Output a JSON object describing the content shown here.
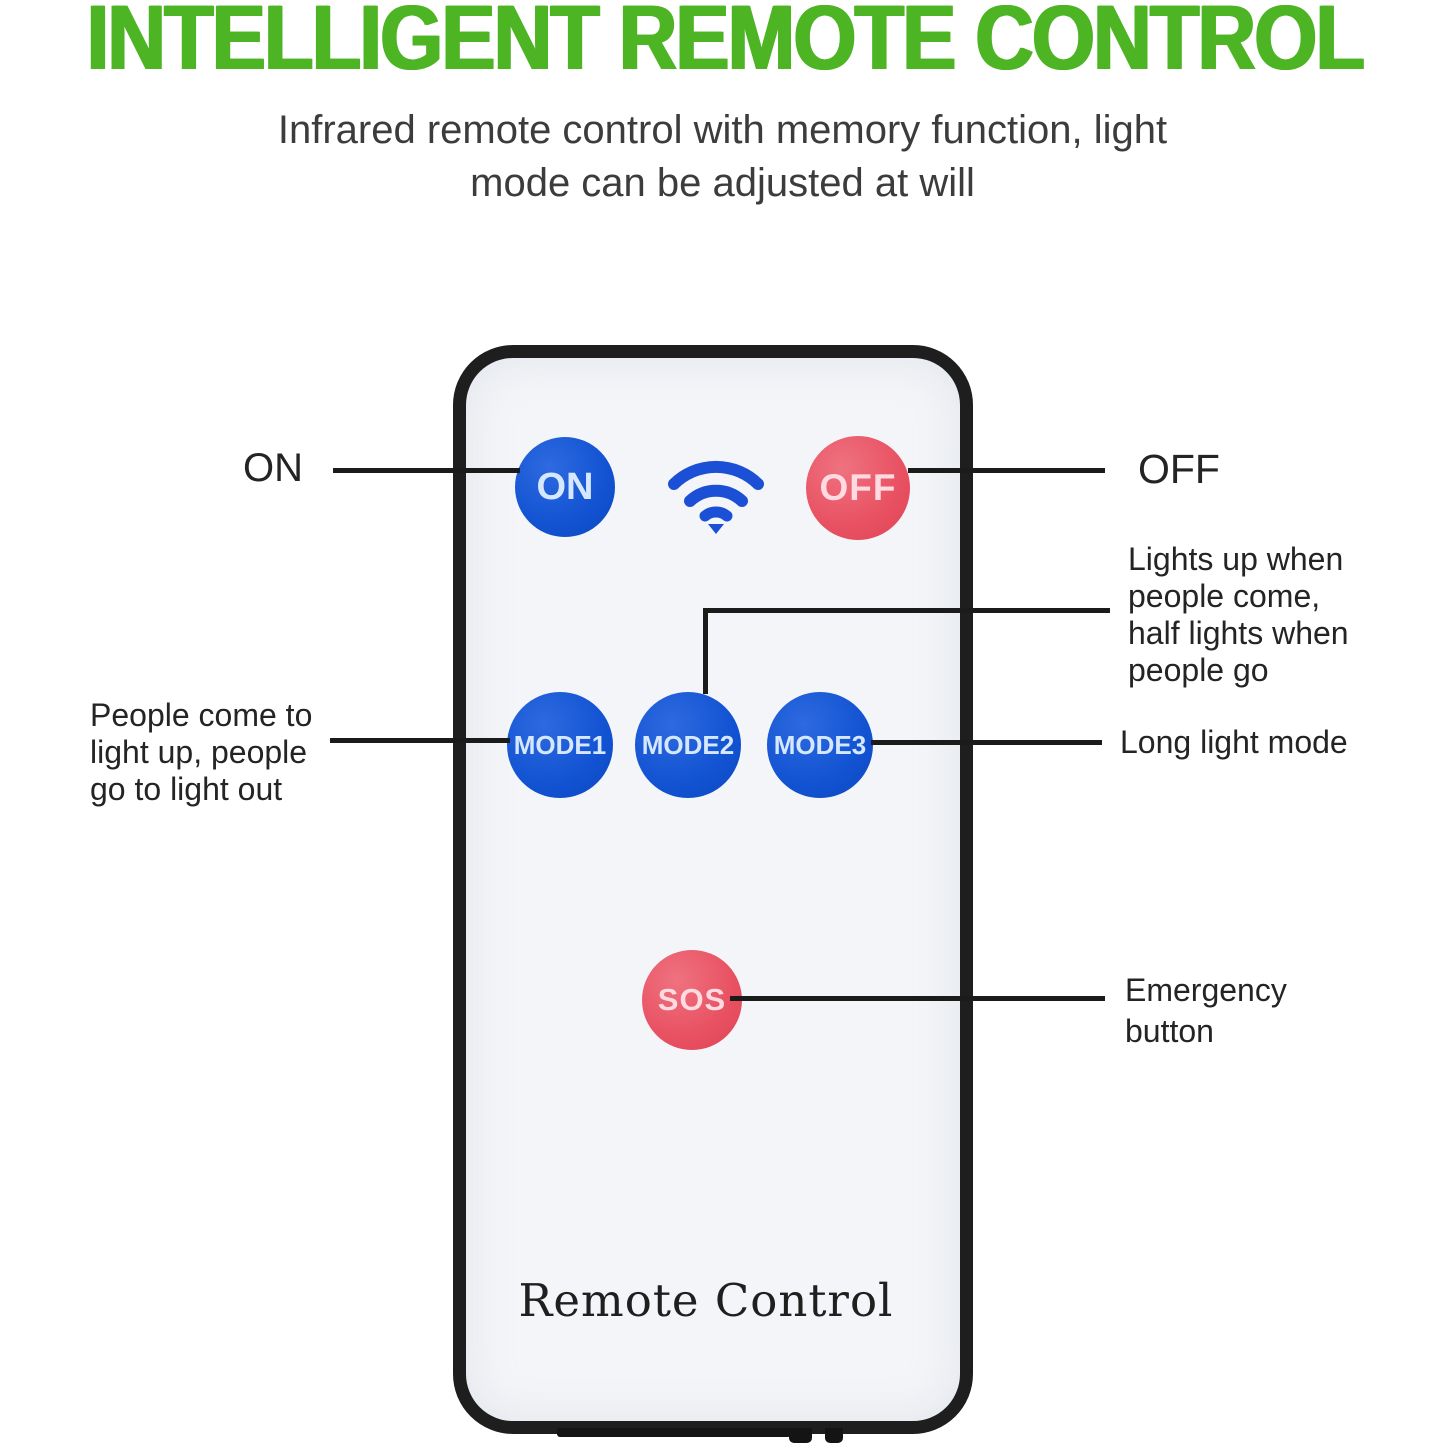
{
  "header": {
    "title": "INTELLIGENT REMOTE CONTROL",
    "subtitle": "Infrared remote control with memory function, light\nmode can be adjusted at will"
  },
  "remote": {
    "brand": "Remote Control",
    "buttons": {
      "on": "ON",
      "off": "OFF",
      "mode1": "MODE1",
      "mode2": "MODE2",
      "mode3": "MODE3",
      "sos": "SOS"
    },
    "icons": {
      "wifi": "wifi-icon"
    }
  },
  "callouts": {
    "on": "ON",
    "off": "OFF",
    "lights": "Lights up when\npeople come,\nhalf lights when\npeople go",
    "people": "People come to\nlight up, people\ngo to light out",
    "long_light": "Long light mode",
    "emergency": "Emergency\nbutton"
  },
  "colors": {
    "title_green": "#4db424",
    "button_blue": "#1253d2",
    "button_red": "#e85162",
    "wifi_blue": "#1b50d6",
    "remote_face": "#f4f5f8",
    "remote_border": "#1e1e1e",
    "line_black": "#1b1b1b"
  }
}
